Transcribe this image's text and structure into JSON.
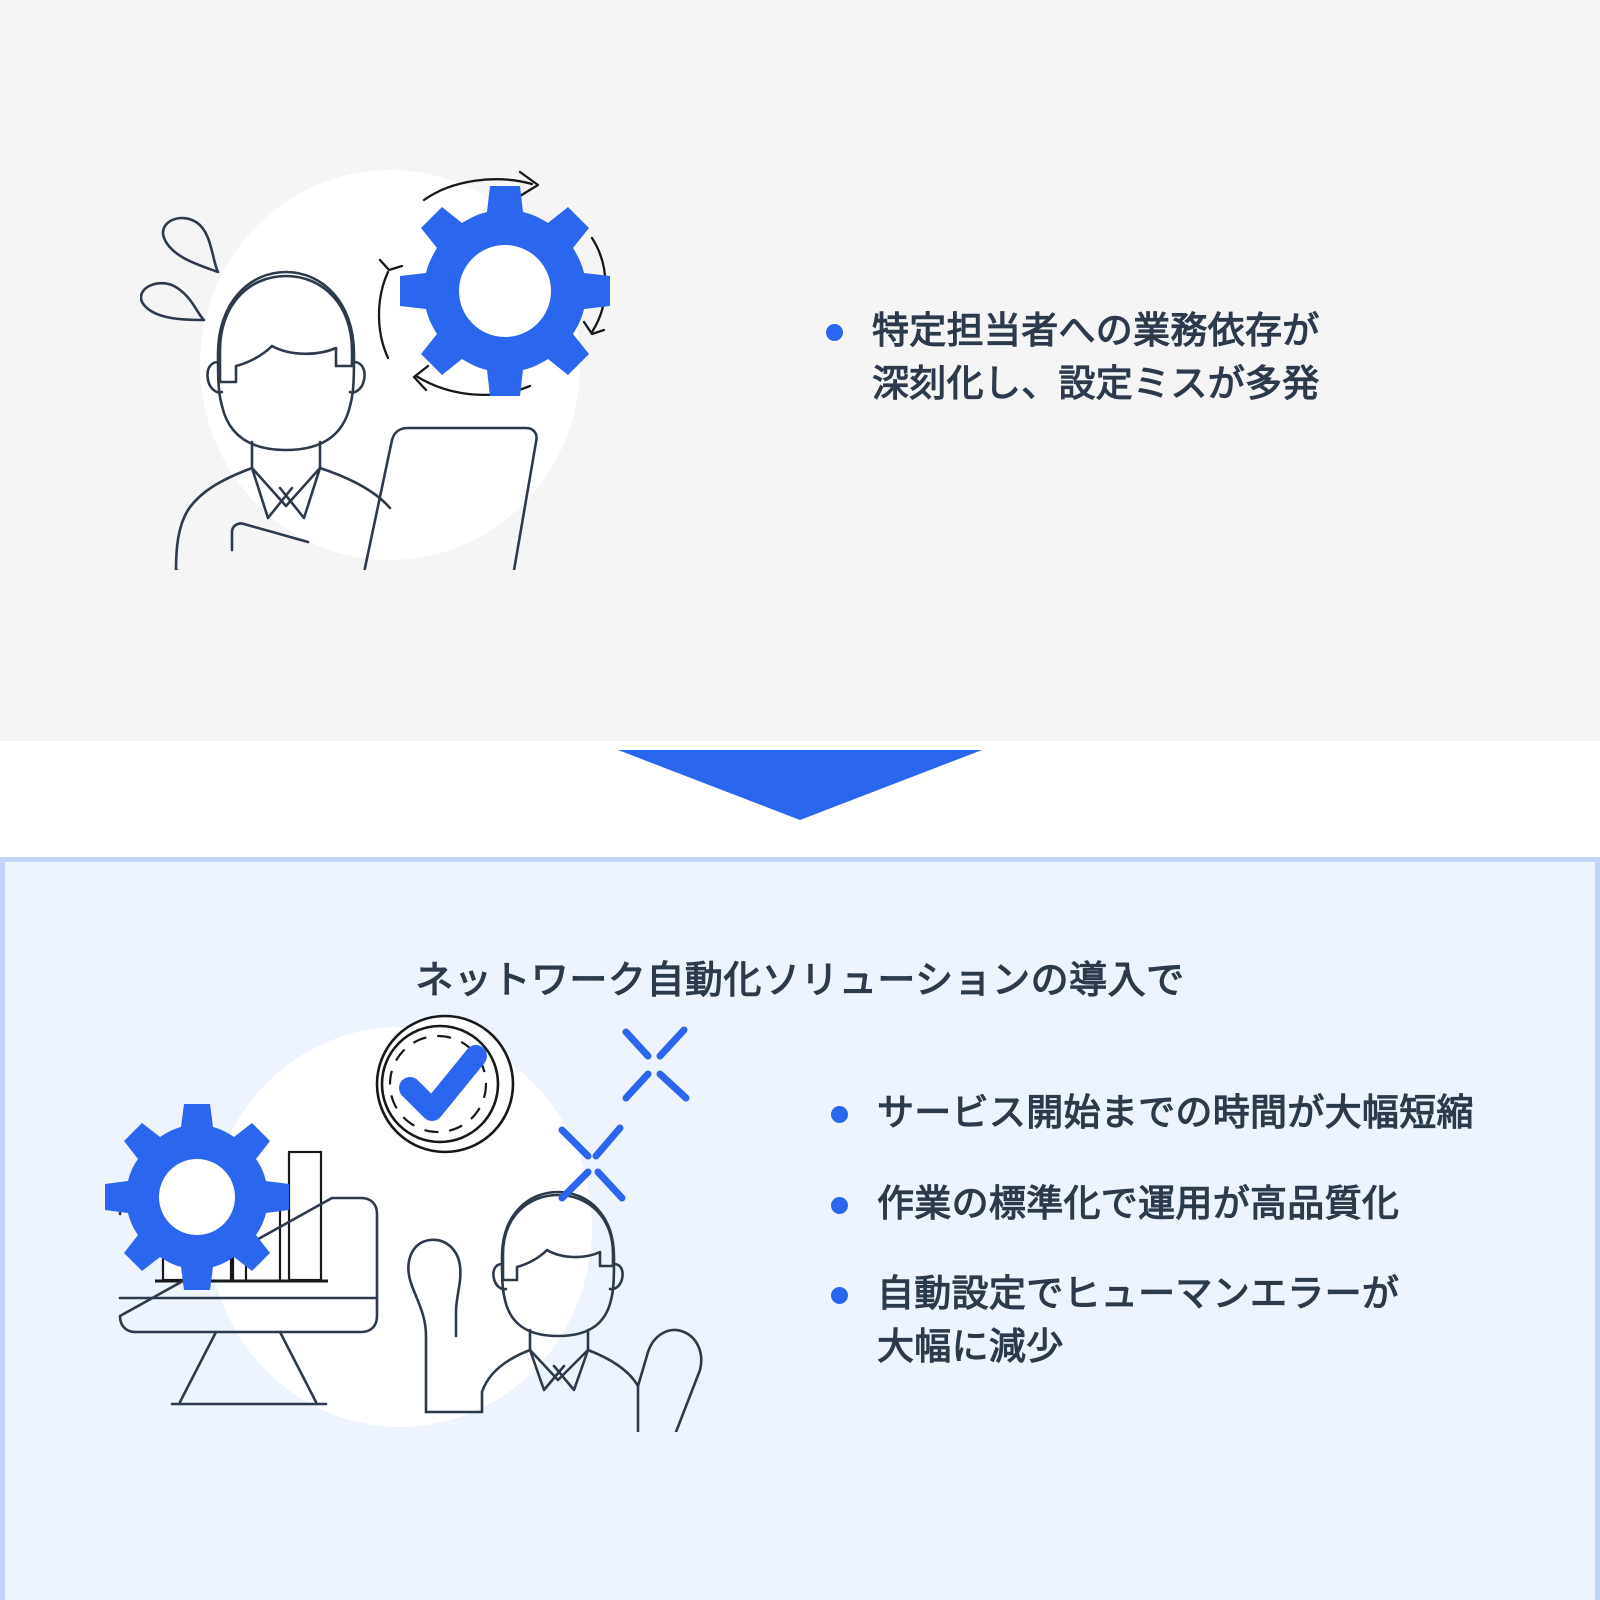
{
  "page": {
    "background_color": "#ffffff",
    "accent_color": "#2b66ee",
    "text_color": "#2c3a4b"
  },
  "problem_section": {
    "background_color": "#f5f5f6",
    "illustration": {
      "name": "stressed-worker-at-laptop-with-gear-illustration",
      "elements": [
        "sweat-drops",
        "person",
        "laptop",
        "gear",
        "rotating-arrows",
        "white-circle-backdrop"
      ]
    },
    "bullets": [
      "特定担当者への業務依存が\n深刻化し、設定ミスが多発"
    ]
  },
  "arrow": {
    "name": "down-arrow",
    "color": "#2b66ee",
    "direction": "down"
  },
  "solution_section": {
    "background_color": "#edf4fd",
    "border_color": "#c3d5f8",
    "heading": "ネットワーク自動化ソリューションの導入で",
    "illustration": {
      "name": "monitor-chart-success-person-illustration",
      "elements": [
        "monitor",
        "bar-chart",
        "gear",
        "check-badge",
        "celebrating-person",
        "sparkles",
        "white-circle-backdrop"
      ]
    },
    "bullets": [
      "サービス開始までの時間が大幅短縮",
      "作業の標準化で運用が高品質化",
      "自動設定でヒューマンエラーが\n大幅に減少"
    ]
  }
}
